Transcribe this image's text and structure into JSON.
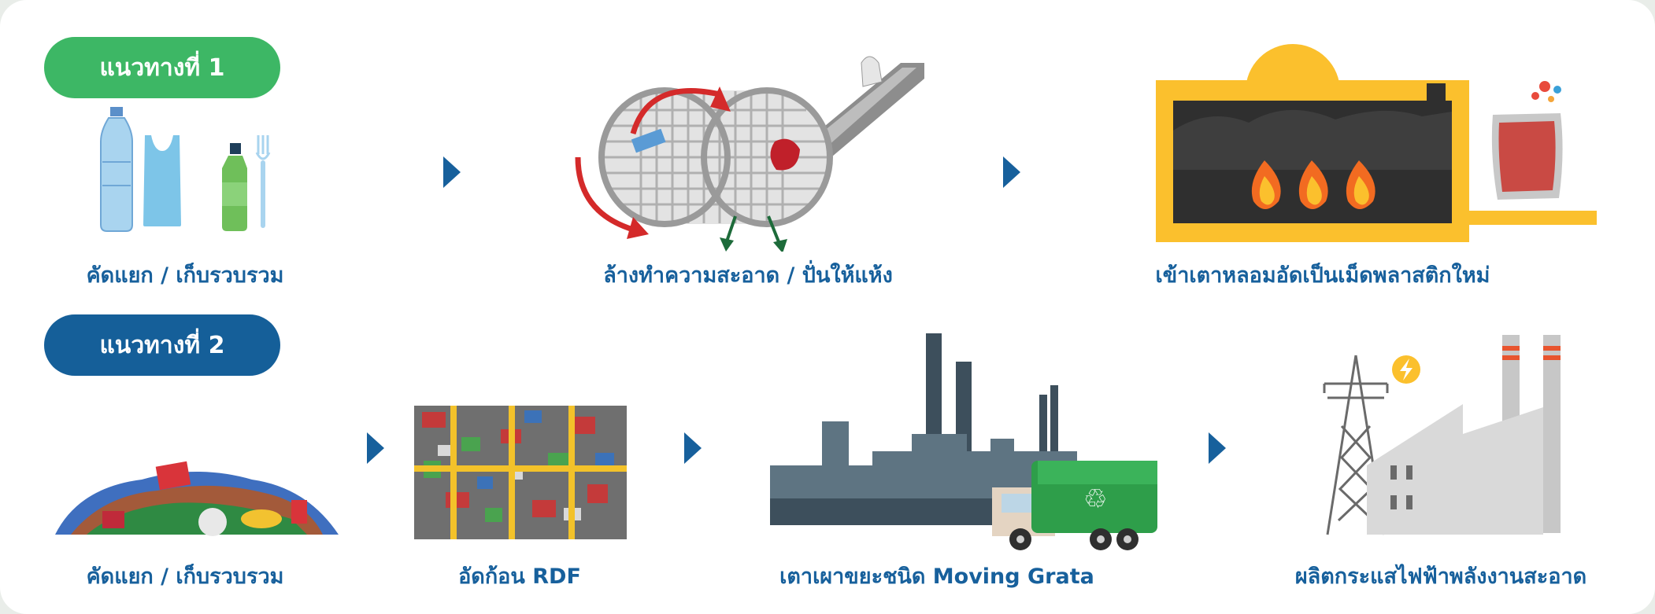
{
  "approach1": {
    "label": "แนวทางที่ 1",
    "steps": [
      {
        "caption": "คัดแยก / เก็บรวบรวม"
      },
      {
        "caption": "ล้างทำความสะอาด / ปั่นให้แห้ง"
      },
      {
        "caption": "เข้าเตาหลอมอัดเป็นเม็ดพลาสติกใหม่"
      }
    ]
  },
  "approach2": {
    "label": "แนวทางที่ 2",
    "steps": [
      {
        "caption": "คัดแยก / เก็บรวบรวม"
      },
      {
        "caption": "อัดก้อน RDF"
      },
      {
        "caption": "เตาเผาขยะชนิด Moving Grata"
      },
      {
        "caption": "ผลิตกระแสไฟฟ้าพลังงานสะอาด"
      }
    ]
  },
  "icons": {
    "recycle": "♲"
  },
  "colors": {
    "green": "#3db765",
    "blue": "#155f99",
    "caption": "#17609c",
    "flame": "#f26b21",
    "furnace": "#fbc02d"
  }
}
